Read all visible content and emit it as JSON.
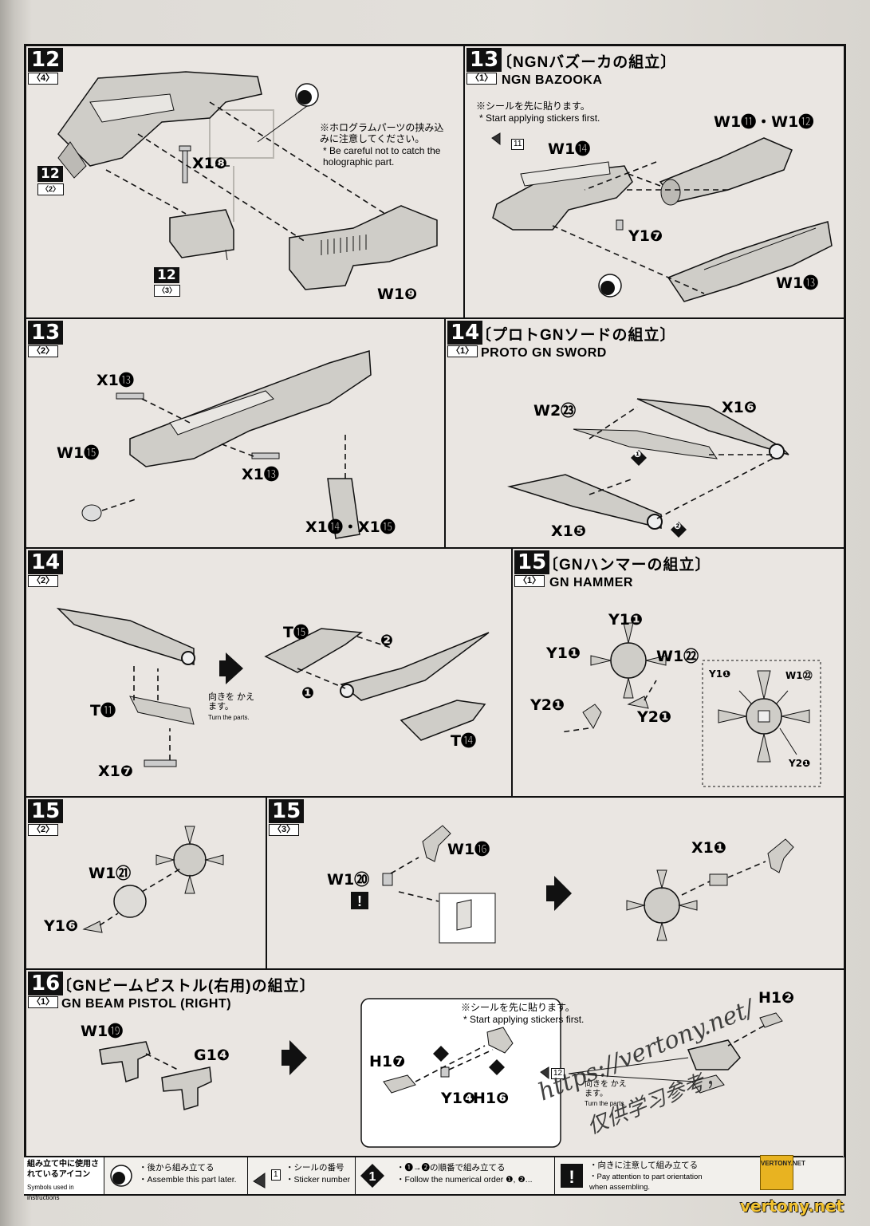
{
  "steps": {
    "s12_4": {
      "num": "12",
      "sub": "〈4〉",
      "ref_sub": "〈2〉",
      "ref_sub2": "〈3〉",
      "note_jp": "※ホログラムパーツの挟み込みに注意してください。",
      "note_en": "* Be careful not to catch the holographic part.",
      "parts": [
        "X1❽",
        "W1❾"
      ]
    },
    "s13_1": {
      "num": "13",
      "sub": "〈1〉",
      "title_jp": "〔NGNバズーカの組立〕",
      "title_en": "NGN BAZOOKA",
      "note_jp": "※シールを先に貼ります。",
      "note_en": "* Start applying stickers first.",
      "sticker": "11",
      "parts": [
        "W1⓮",
        "W1⓫・W1⓬",
        "Y1❼",
        "W1⓭"
      ]
    },
    "s13_2": {
      "num": "13",
      "sub": "〈2〉",
      "parts": [
        "X1⓭",
        "W1⓯",
        "X1⓭",
        "X1⓮・X1⓯"
      ]
    },
    "s14_1": {
      "num": "14",
      "sub": "〈1〉",
      "title_jp": "〔プロトGNソードの組立〕",
      "title_en": "PROTO GN SWORD",
      "parts": [
        "W2㉓",
        "X1❻",
        "X1❺"
      ],
      "order": [
        "❶",
        "❷"
      ]
    },
    "s14_2": {
      "num": "14",
      "sub": "〈2〉",
      "parts": [
        "T⓫",
        "X1❼",
        "T⓯",
        "T⓮"
      ],
      "order": [
        "❷",
        "❶"
      ],
      "turn_jp": "向きを かえます。",
      "turn_en": "Turn the parts."
    },
    "s15_1": {
      "num": "15",
      "sub": "〈1〉",
      "title_jp": "〔GNハンマーの組立〕",
      "title_en": "GN HAMMER",
      "parts": [
        "Y1❶",
        "Y1❶",
        "W1㉒",
        "Y2❶",
        "Y2❶"
      ],
      "detail": [
        "Y1❶",
        "W1㉒",
        "Y2❶"
      ]
    },
    "s15_2": {
      "num": "15",
      "sub": "〈2〉",
      "parts": [
        "W1㉑",
        "Y1❻"
      ]
    },
    "s15_3": {
      "num": "15",
      "sub": "〈3〉",
      "parts": [
        "W1⓰",
        "W1⑳",
        "X1❶"
      ]
    },
    "s16_1": {
      "num": "16",
      "sub": "〈1〉",
      "title_jp": "〔GNビームピストル(右用)の組立〕",
      "title_en": "GN BEAM PISTOL (RIGHT)",
      "note_jp": "※シールを先に貼ります。",
      "note_en": "* Start applying stickers first.",
      "sticker": "12",
      "parts": [
        "W1⓳",
        "G1❹",
        "H1❻",
        "H1❼",
        "Y1❹",
        "H1❷"
      ],
      "order": [
        "❷",
        "❶"
      ],
      "turn_jp": "向きを かえます。",
      "turn_en": "Turn the parts."
    }
  },
  "legend": {
    "heading_jp": "組み立て中に使用されているアイコン",
    "heading_en": "Symbols used in instructions",
    "later_jp": "・後から組み立てる",
    "later_en": "・Assemble this part later.",
    "sticker_jp": "・シールの番号",
    "sticker_en": "・Sticker number",
    "sticker_sample": "1",
    "order_jp": "・❶→❷の順番で組み立てる",
    "order_en": "・Follow the numerical order ❶, ❷...",
    "attention_jp": "・向きに注意して組み立てる",
    "attention_en": "・Pay attention to part orientation when assembling."
  },
  "watermark": {
    "url": "https://vertony.net/",
    "cn": "仅供学习参考，",
    "badge": "VERTONY.NET",
    "footer": "vertony.net"
  }
}
